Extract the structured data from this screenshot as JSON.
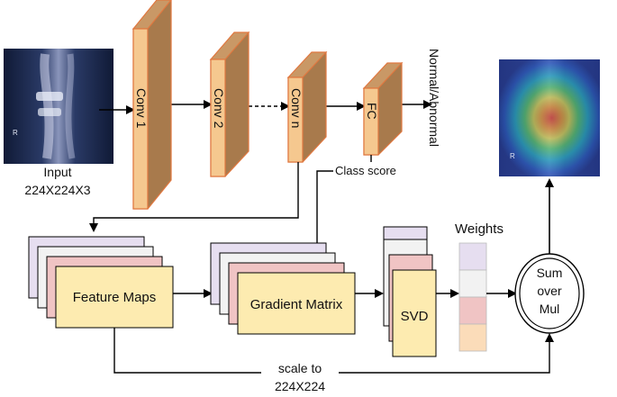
{
  "input": {
    "label_line1": "Input",
    "label_line2": "224X224X3"
  },
  "layers": {
    "conv1": "Conv 1",
    "conv2": "Conv 2",
    "convn": "Conv n",
    "fc": "FC"
  },
  "output_label": "Normal/Abnormal",
  "class_score_label": "Class score",
  "blocks": {
    "feature_maps": "Feature Maps",
    "gradient_matrix": "Gradient Matrix",
    "svd": "SVD",
    "weights": "Weights"
  },
  "sum_op": {
    "line1": "Sum",
    "line2": "over",
    "line3": "Mul"
  },
  "scale_label": {
    "line1": "scale to",
    "line2": "224X224"
  },
  "colors": {
    "cube_front": "#f5c88f",
    "cube_side": "#a87a4c",
    "cube_top": "#c99866",
    "cube_edge": "#e07840",
    "stack_purple": "#e6def0",
    "stack_grey": "#f2f2f2",
    "stack_pink": "#f0c4c4",
    "stack_yellow": "#fdebb0"
  }
}
